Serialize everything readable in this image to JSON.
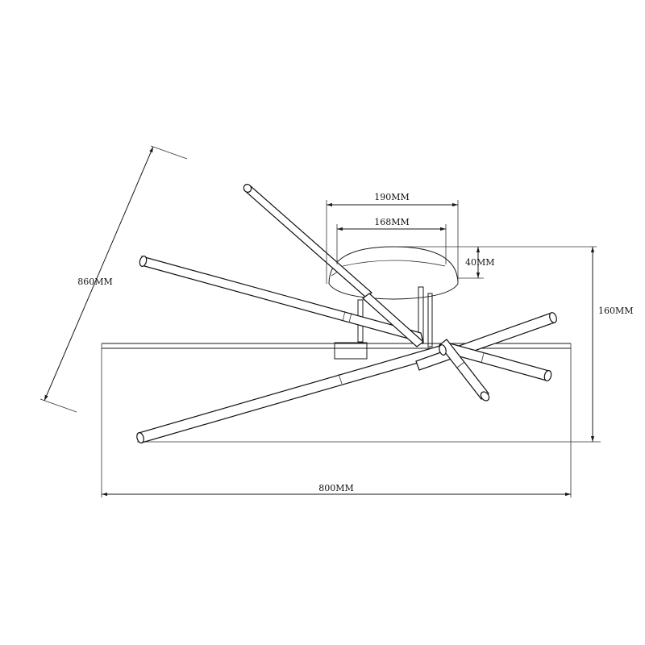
{
  "drawing": {
    "dimensions": {
      "diagonal": "860MM",
      "canopy_outer": "190MM",
      "canopy_inner": "168MM",
      "canopy_height": "40MM",
      "total_height": "160MM",
      "total_width": "800MM"
    }
  }
}
